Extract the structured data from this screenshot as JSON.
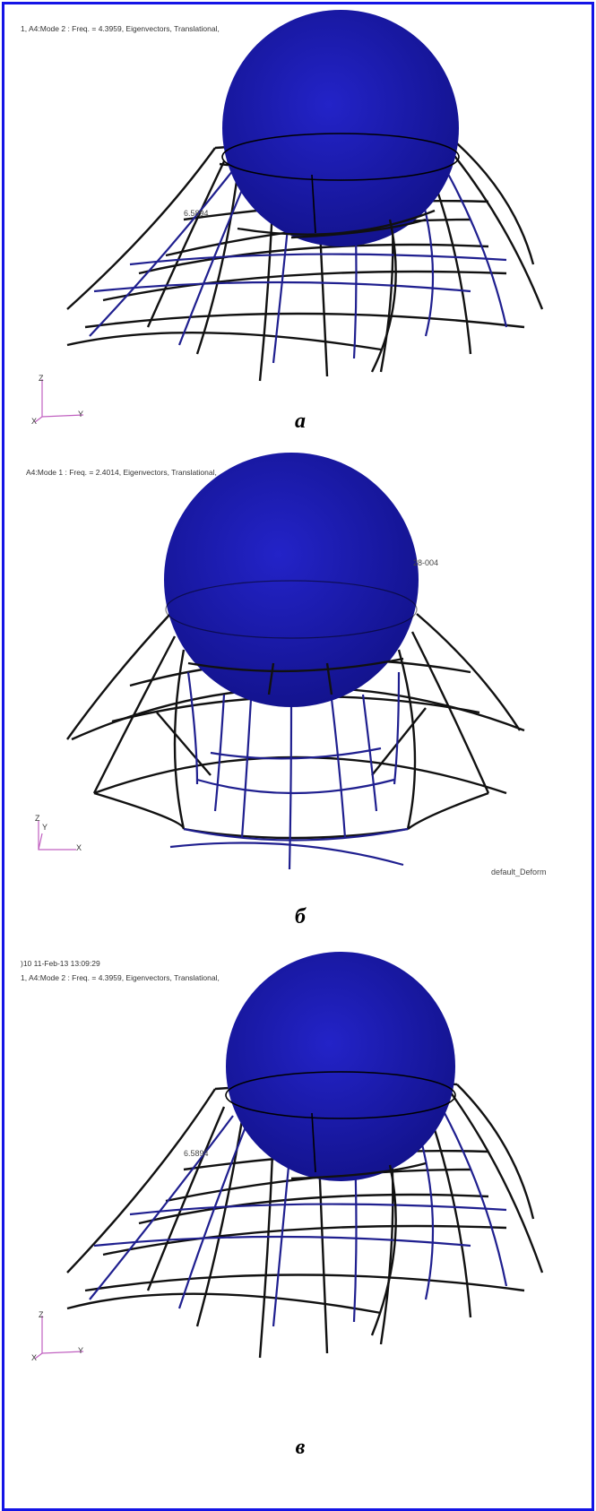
{
  "colors": {
    "border": "#1414e6",
    "sphere": "#1a1aa8",
    "net_black": "#111111",
    "net_blue": "#1f1f8f",
    "axis": "#c060c0"
  },
  "panels": [
    {
      "header": "1, A4:Mode 2 : Freq. = 4.3959, Eigenvectors, Translational,",
      "sub": "",
      "inline": "6.5894",
      "right": "",
      "axis": {
        "z": "Z",
        "x": "X",
        "y": "Y"
      },
      "label": "а"
    },
    {
      "header": "A4:Mode 1 : Freq. = 2.4014, Eigenvectors, Translational,",
      "sub": "",
      "inline": "28-004",
      "right": "default_Deform",
      "axis": {
        "z": "Z",
        "x": "X",
        "y": "Y"
      },
      "label": "б"
    },
    {
      "header": "1, A4:Mode 2 : Freq. = 4.3959, Eigenvectors, Translational,",
      "sub": ")10 11-Feb-13 13:09:29",
      "inline": "6.5894",
      "right": "",
      "axis": {
        "z": "Z",
        "x": "X",
        "y": "Y"
      },
      "label": "в"
    }
  ]
}
